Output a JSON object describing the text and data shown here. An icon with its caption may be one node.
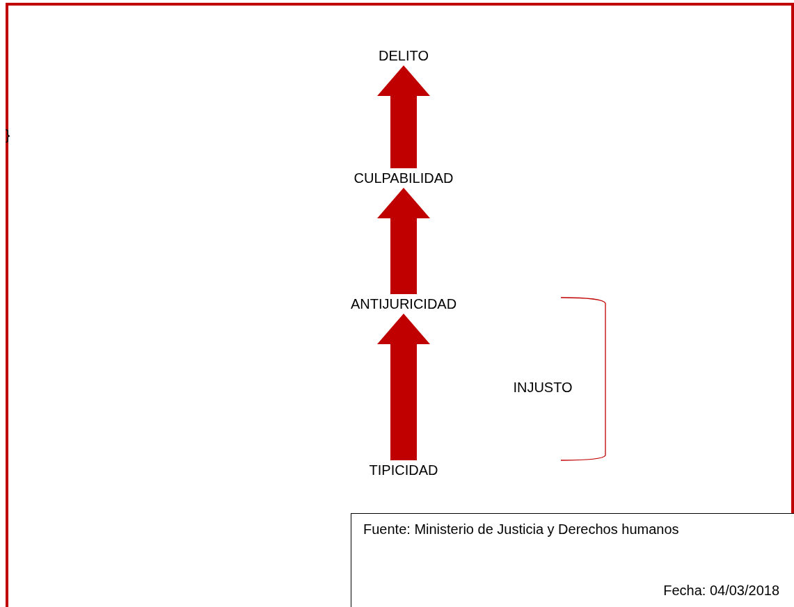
{
  "diagram": {
    "nodes": [
      {
        "text": [
          "DELITO"
        ]
      },
      {
        "text": [
          "CULPABILIDAD"
        ]
      },
      {
        "text": [
          "ANTIJURICIDAD"
        ]
      },
      {
        "text": [
          "TIPICIDAD"
        ]
      },
      {
        "text": [
          "Fuente: Ministerio de Justicia y Derechos humanos",
          "Fecha: 04/03/2018"
        ]
      }
    ],
    "edges": [
      {
        "from": 3,
        "to": 2,
        "arrow": "to",
        "style": "thick",
        "color": "#c00000"
      },
      {
        "from": 2,
        "to": 1,
        "arrow": "to",
        "style": "thick",
        "color": "#c00000"
      },
      {
        "from": 1,
        "to": 0,
        "arrow": "to",
        "style": "thick",
        "color": "#c00000"
      }
    ],
    "labels": [
      "}",
      "INJUSTO"
    ]
  }
}
